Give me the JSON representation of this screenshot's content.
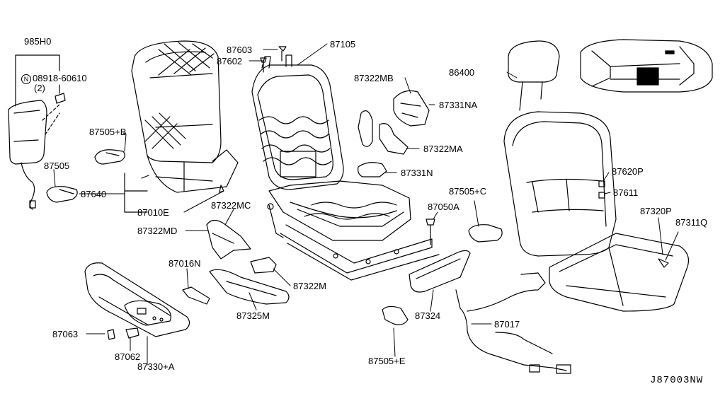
{
  "labels": {
    "p985H0": "985H0",
    "p08918": "08918-60610",
    "p08918_qty": "(2)",
    "nut_symbol": "N",
    "p87505B": "87505+B",
    "p87505": "87505",
    "p87640": "87640",
    "p87010E": "87010E",
    "p87603": "87603",
    "p87602": "87602",
    "p87105": "87105",
    "p87322MB": "87322MB",
    "p87331NA": "87331NA",
    "p87322MA": "87322MA",
    "p87331N": "87331N",
    "p87322MC": "87322MC",
    "p87322MD": "87322MD",
    "p87505C": "87505+C",
    "p87050A": "87050A",
    "p86400": "86400",
    "p87620P": "87620P",
    "p87611": "87611",
    "p87320P": "87320P",
    "p87311Q": "87311Q",
    "p87016N": "87016N",
    "p87322M": "87322M",
    "p87325M": "87325M",
    "p87324": "87324",
    "p87017": "87017",
    "p87063": "87063",
    "p87062": "87062",
    "p87330A": "87330+A",
    "p87505E": "87505+E"
  },
  "diagram_code": "J87003NW"
}
